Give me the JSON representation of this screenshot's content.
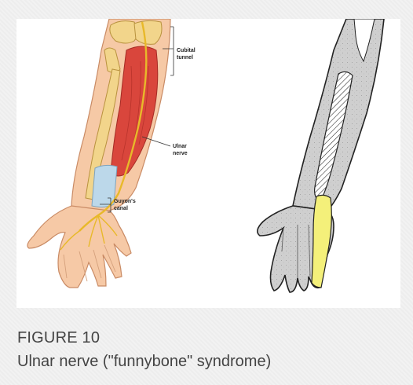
{
  "figure": {
    "number_label": "FIGURE 10",
    "caption": "Ulnar nerve (\"funnybone\" syndrome)"
  },
  "illustration": {
    "left_panel": {
      "annotations": {
        "cubital_line1": "Cubital",
        "cubital_line2": "tunnel",
        "ulnar_line1": "Ulnar",
        "ulnar_line2": "nerve",
        "guyon_line1": "Guyon's",
        "guyon_line2": "canal"
      }
    },
    "colors": {
      "skin": "#f6c9a6",
      "bone": "#f2d58b",
      "muscle": "#d9463c",
      "nerve": "#f0d23a",
      "ligament": "#bcd8ea",
      "arm_gray": "#cfcfcf",
      "sensory_yellow": "#f4f07a"
    }
  }
}
